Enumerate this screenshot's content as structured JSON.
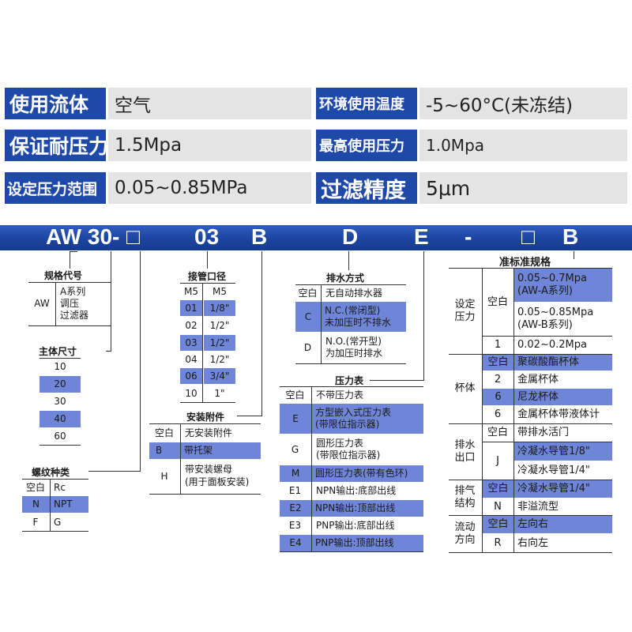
{
  "specs": {
    "fluid_label": "使用流体",
    "fluid_value": "空气",
    "temp_label": "环境使用温度",
    "temp_value": "-5~60°C(未冻结)",
    "proof_label": "保证耐压力",
    "proof_value": "1.5Mpa",
    "maxp_label": "最高使用压力",
    "maxp_value": "1.0Mpa",
    "range_label": "设定压力范围",
    "range_value": "0.05~0.85MPa",
    "filter_label": "过滤精度",
    "filter_value": "5μm"
  },
  "banner": {
    "model": "AW 30-",
    "box": "□",
    "c1": "03",
    "c2": "B",
    "c3": "D",
    "c4": "E",
    "dash": "-",
    "box2": "□",
    "c5": "B"
  },
  "spec_code": {
    "title": "规格代号",
    "code": "AW",
    "desc": "A系列\n调压\n过滤器"
  },
  "body_size": {
    "title": "主体尺寸",
    "items": [
      {
        "v": "10",
        "hl": false
      },
      {
        "v": "20",
        "hl": true
      },
      {
        "v": "30",
        "hl": false
      },
      {
        "v": "40",
        "hl": true
      },
      {
        "v": "60",
        "hl": false
      }
    ]
  },
  "thread": {
    "title": "螺纹种类",
    "rows": [
      {
        "a": "空白",
        "b": "Rc",
        "hl": false
      },
      {
        "a": "N",
        "b": "NPT",
        "hl": true
      },
      {
        "a": "F",
        "b": "G",
        "hl": false
      }
    ]
  },
  "port": {
    "title": "接管口径",
    "rows": [
      {
        "a": "M5",
        "b": "M5",
        "hl": false
      },
      {
        "a": "01",
        "b": "1/8\"",
        "hl": true
      },
      {
        "a": "02",
        "b": "1/2\"",
        "hl": false
      },
      {
        "a": "03",
        "b": "1/2\"",
        "hl": true
      },
      {
        "a": "04",
        "b": "1/2\"",
        "hl": false
      },
      {
        "a": "06",
        "b": "3/4\"",
        "hl": true
      },
      {
        "a": "10",
        "b": "1\"",
        "hl": false
      }
    ]
  },
  "mount": {
    "title": "安装附件",
    "rows": [
      {
        "a": "空白",
        "b": "无安装附件",
        "hl": false
      },
      {
        "a": "B",
        "b": "带托架",
        "hl": true
      },
      {
        "a": "H",
        "b": "带安装螺母\n(用于面板安装)",
        "hl": false
      }
    ]
  },
  "drain": {
    "title": "排水方式",
    "rows": [
      {
        "a": "空白",
        "b": "无自动排水器",
        "hl": false
      },
      {
        "a": "C",
        "b": "N.C.(常闭型)\n未加压时不排水",
        "hl": true
      },
      {
        "a": "D",
        "b": "N.O.(常开型)\n为加压时排水",
        "hl": false
      }
    ]
  },
  "gauge": {
    "title": "压力表",
    "rows": [
      {
        "a": "空白",
        "b": "不带压力表",
        "hl": false
      },
      {
        "a": "E",
        "b": "方型嵌入式压力表\n(带限位指示器)",
        "hl": true
      },
      {
        "a": "G",
        "b": "圆形压力表\n(带限位指示器)",
        "hl": false
      },
      {
        "a": "M",
        "b": "圆形压力表(带有色环)",
        "hl": true
      },
      {
        "a": "E1",
        "b": "NPN输出:底部出线",
        "hl": false
      },
      {
        "a": "E2",
        "b": "NPN输出:顶部出线",
        "hl": true
      },
      {
        "a": "E3",
        "b": "PNP输出:底部出线",
        "hl": false
      },
      {
        "a": "E4",
        "b": "PNP输出:顶部出线",
        "hl": true
      }
    ]
  },
  "std": {
    "title": "准标准规格",
    "groups": [
      {
        "name": "设定\n压力",
        "rows": [
          {
            "a": "空白",
            "b": "0.05~0.7Mpa\n(AW-A系列)",
            "hl": true
          },
          {
            "a": "",
            "b": "0.05~0.85Mpa\n(AW-B系列)",
            "hl": false
          },
          {
            "a": "1",
            "b": "0.02~0.2Mpa",
            "hl": false
          }
        ]
      },
      {
        "name": "杯体",
        "rows": [
          {
            "a": "空白",
            "b": "聚碳酸酯杯体",
            "hl": true
          },
          {
            "a": "2",
            "b": "金属杯体",
            "hl": false
          },
          {
            "a": "6",
            "b": "尼龙杯体",
            "hl": true
          },
          {
            "a": "6",
            "b": "金属杯体带液体计",
            "hl": false
          }
        ]
      },
      {
        "name": "排水\n出口",
        "rows": [
          {
            "a": "空白",
            "b": "带排水活门",
            "hl": false
          },
          {
            "a": "J",
            "b": "冷凝水导管1/8\"",
            "hl": true
          },
          {
            "a": "",
            "b": "冷凝水导管1/4\"",
            "hl": false
          }
        ]
      },
      {
        "name": "排气\n结构",
        "rows": [
          {
            "a": "空白",
            "b": "冷凝水导管1/4\"",
            "hl": true
          },
          {
            "a": "N",
            "b": "非溢流型",
            "hl": false
          }
        ]
      },
      {
        "name": "流动\n方向",
        "rows": [
          {
            "a": "空白",
            "b": "左向右",
            "hl": true
          },
          {
            "a": "R",
            "b": "右向左",
            "hl": false
          }
        ]
      }
    ]
  }
}
